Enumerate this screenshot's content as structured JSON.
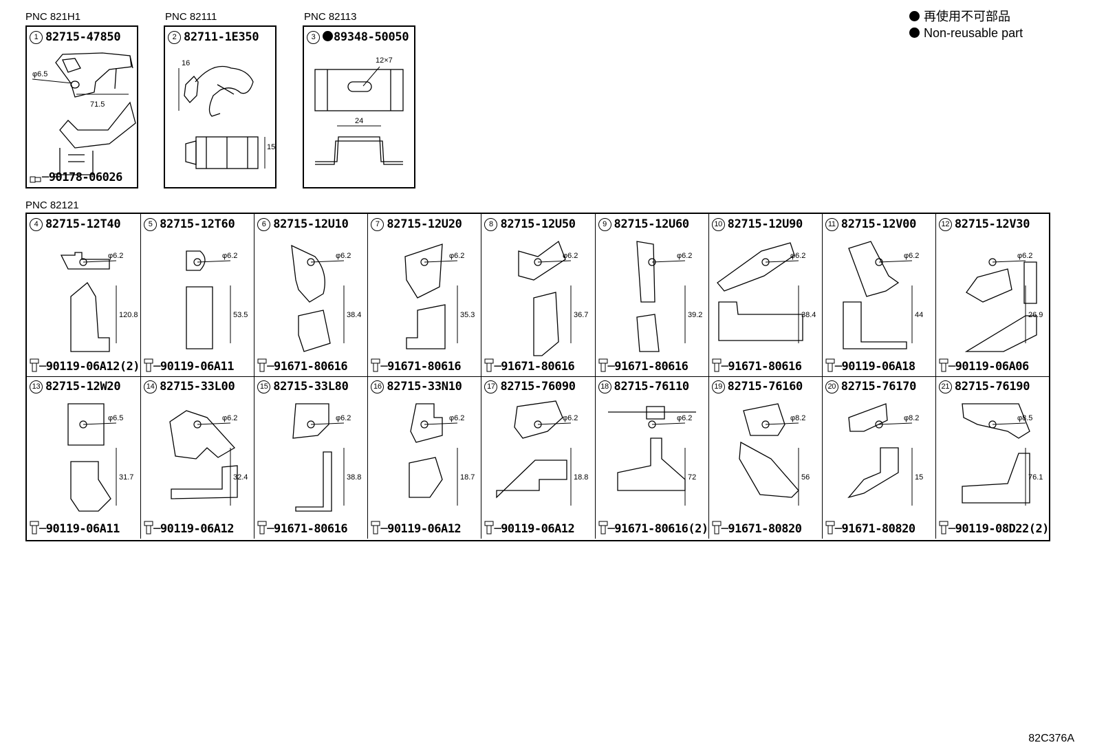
{
  "legend": {
    "line1": "再使用不可部品",
    "line2": "Non-reusable part"
  },
  "pnc_labels": [
    "PNC 821H1",
    "PNC 82111",
    "PNC 82113",
    "PNC 82121"
  ],
  "top_parts": [
    {
      "num": "1",
      "part": "82715-47850",
      "bolt": "90178-06026",
      "dims": [
        "φ6.5",
        "71.5"
      ]
    },
    {
      "num": "2",
      "part": "82711-1E350",
      "dims": [
        "16",
        "15"
      ]
    },
    {
      "num": "3",
      "part": "89348-50050",
      "non_reusable": true,
      "dims": [
        "12×7",
        "24"
      ]
    }
  ],
  "row1": [
    {
      "num": "4",
      "part": "82715-12T40",
      "bolt": "90119-06A12(2)",
      "dims": [
        "φ6.2",
        "120.8"
      ]
    },
    {
      "num": "5",
      "part": "82715-12T60",
      "bolt": "90119-06A11",
      "dims": [
        "φ6.2",
        "53.5"
      ]
    },
    {
      "num": "6",
      "part": "82715-12U10",
      "bolt": "91671-80616",
      "dims": [
        "φ6.2",
        "38.4"
      ]
    },
    {
      "num": "7",
      "part": "82715-12U20",
      "bolt": "91671-80616",
      "dims": [
        "φ6.2",
        "35.3"
      ]
    },
    {
      "num": "8",
      "part": "82715-12U50",
      "bolt": "91671-80616",
      "dims": [
        "φ6.2",
        "36.7"
      ]
    },
    {
      "num": "9",
      "part": "82715-12U60",
      "bolt": "91671-80616",
      "dims": [
        "φ6.2",
        "39.2"
      ]
    },
    {
      "num": "10",
      "part": "82715-12U90",
      "bolt": "91671-80616",
      "dims": [
        "φ6.2",
        "38.4"
      ]
    },
    {
      "num": "11",
      "part": "82715-12V00",
      "bolt": "90119-06A18",
      "dims": [
        "φ6.2",
        "44"
      ]
    },
    {
      "num": "12",
      "part": "82715-12V30",
      "bolt": "90119-06A06",
      "dims": [
        "φ6.2",
        "26.9"
      ]
    }
  ],
  "row2": [
    {
      "num": "13",
      "part": "82715-12W20",
      "bolt": "90119-06A11",
      "dims": [
        "φ6.5",
        "31.7"
      ]
    },
    {
      "num": "14",
      "part": "82715-33L00",
      "bolt": "90119-06A12",
      "dims": [
        "φ6.2",
        "32.4"
      ]
    },
    {
      "num": "15",
      "part": "82715-33L80",
      "bolt": "91671-80616",
      "dims": [
        "φ6.2",
        "38.8"
      ]
    },
    {
      "num": "16",
      "part": "82715-33N10",
      "bolt": "90119-06A12",
      "dims": [
        "φ6.2",
        "18.7"
      ]
    },
    {
      "num": "17",
      "part": "82715-76090",
      "bolt": "90119-06A12",
      "dims": [
        "φ6.2",
        "18.8"
      ]
    },
    {
      "num": "18",
      "part": "82715-76110",
      "bolt": "91671-80616(2)",
      "dims": [
        "φ6.2",
        "72"
      ]
    },
    {
      "num": "19",
      "part": "82715-76160",
      "bolt": "91671-80820",
      "dims": [
        "φ8.2",
        "56"
      ]
    },
    {
      "num": "20",
      "part": "82715-76170",
      "bolt": "91671-80820",
      "dims": [
        "φ8.2",
        "15"
      ]
    },
    {
      "num": "21",
      "part": "82715-76190",
      "bolt": "90119-08D22(2)",
      "dims": [
        "φ8.5",
        "76.1"
      ]
    }
  ],
  "diagram_code": "82C376A"
}
